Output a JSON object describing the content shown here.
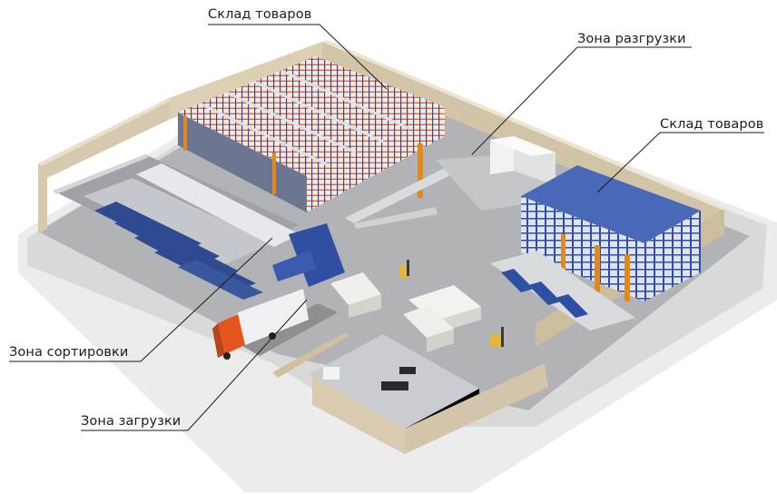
{
  "callouts": {
    "warehouse_top": "Склад товаров",
    "unloading_zone": "Зона разгрузки",
    "warehouse_right": "Склад товаров",
    "sorting_zone": "Зона сортировки",
    "loading_zone": "Зона загрузки"
  },
  "colors": {
    "floor": "#b3b5b8",
    "wall": "#ddd2bb",
    "wall_dark": "#c5b79d",
    "outside_ground": "#e7e7e7",
    "rack_blue": "#2f4fa3",
    "rack_orange": "#e08a1e",
    "pallet": "#efeae6",
    "truck_cab": "#e4551e",
    "leader_line": "#1a1a1a"
  }
}
